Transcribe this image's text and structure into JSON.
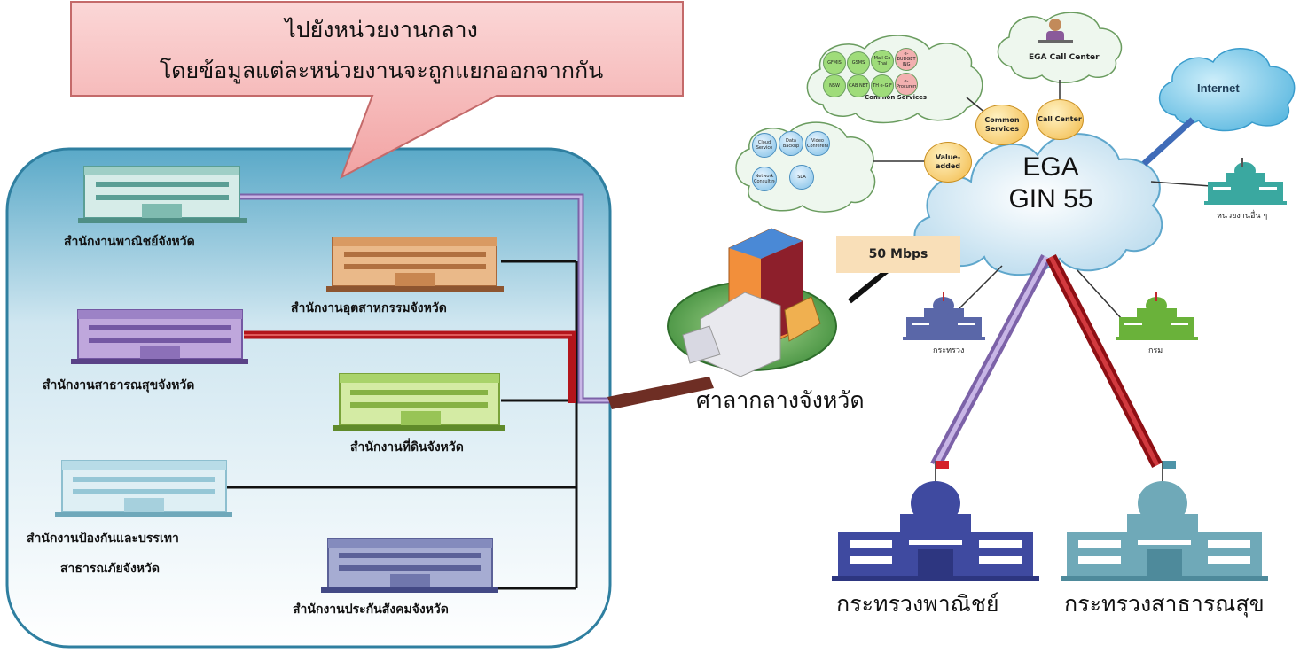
{
  "callout": {
    "line1": "ไปยังหน่วยงานกลาง",
    "line2": "โดยข้อมูลแต่ละหน่วยงานจะถูกแยกออกจากกัน"
  },
  "offices": [
    "สำนักงานพาณิชย์จังหวัด",
    "สำนักงานอุตสาหกรรมจังหวัด",
    "สำนักงานสาธารณสุขจังหวัด",
    "สำนักงานที่ดินจังหวัด",
    "สำนักงานป้องกันและบรรเทา",
    "สาธารณภัยจังหวัด",
    "สำนักงานประกันสังคมจังหวัด"
  ],
  "provincial_hall": "ศาลากลางจังหวัด",
  "bandwidth": "50 Mbps",
  "ega_cloud": {
    "line1": "EGA",
    "line2": "GIN 55"
  },
  "services": {
    "common": "Common Services",
    "call": "Call Center",
    "value": "Value-added",
    "call_center_label": "EGA Call Center",
    "common_cloud_label": "Common Services",
    "common_items": [
      "GFMIS",
      "GSMS",
      "Mail Go Thai",
      "e-BUDGET ING",
      "NSW",
      "CAB NET",
      "TH e-GIF",
      "e-Procurement"
    ],
    "value_items": [
      "Cloud Service",
      "Data Backup",
      "Video Conference",
      "Network Consulting",
      "SLA"
    ]
  },
  "internet": "Internet",
  "right_labels": {
    "other": "หน่วยงานอื่น ๆ",
    "ministry": "กระทรวง",
    "department": "กรม"
  },
  "bottom": {
    "commerce": "กระทรวงพาณิชย์",
    "health": "กระทรวงสาธารณสุข"
  },
  "colors": {
    "purple_line": "#9a7bc4",
    "red_line": "#b3151b",
    "cloud": "#d9ecf7",
    "callout_fill": "#f6b8b8"
  }
}
